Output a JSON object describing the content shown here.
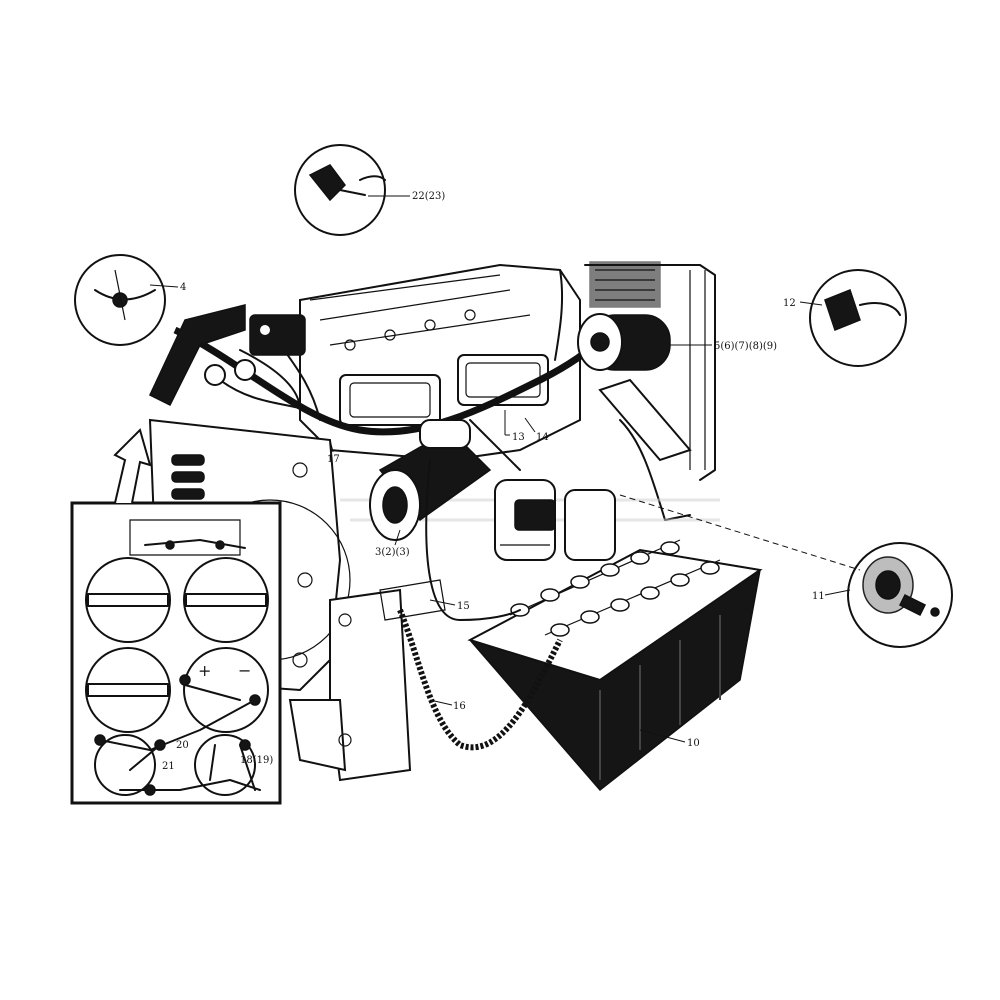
{
  "labels": {
    "l22": "22(23)",
    "l4": "4",
    "l12": "12",
    "l5": "5(6)(7)(8)(9)",
    "l13": "13",
    "l14": "14",
    "l17": "17",
    "l3": "3(2)(3)",
    "l11": "11",
    "l15": "15",
    "l16": "16",
    "l10": "10",
    "l20": "20",
    "l21": "21",
    "l18": "18(19)",
    "plus": "+",
    "minus": "−"
  }
}
